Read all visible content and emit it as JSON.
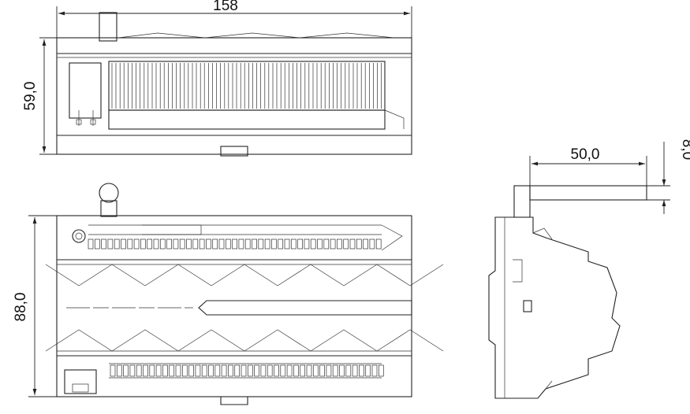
{
  "dimensions": {
    "top_width": "158",
    "top_height": "59,0",
    "front_height": "88,0",
    "side_depth": "50,0",
    "side_offset": "8,0"
  },
  "colors": {
    "line": "#222222",
    "background": "#ffffff"
  }
}
